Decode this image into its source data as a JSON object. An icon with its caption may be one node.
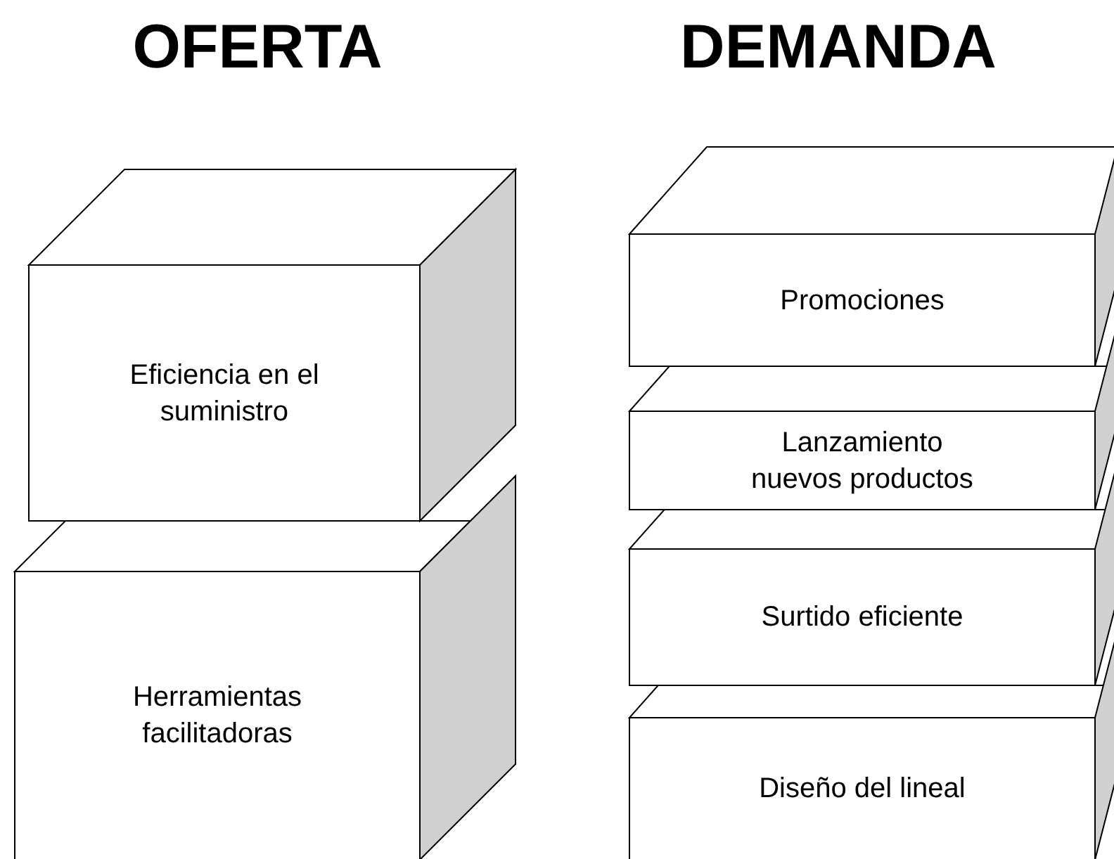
{
  "diagram": {
    "nodes": [
      {
        "text": [
          "Eficiencia en el suministro"
        ]
      },
      {
        "text": [
          "Herramientas facilitadoras"
        ]
      },
      {
        "text": [
          "Promociones"
        ]
      },
      {
        "text": [
          "Lanzamiento nuevos productos"
        ]
      },
      {
        "text": [
          "Surtido eficiente"
        ]
      },
      {
        "text": [
          "Diseño del lineal"
        ]
      }
    ],
    "labels": [
      "OFERTA",
      "DEMANDA"
    ]
  }
}
